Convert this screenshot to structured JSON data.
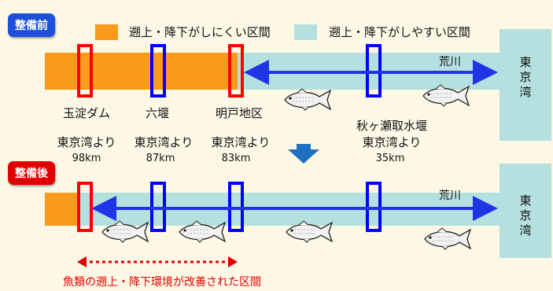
{
  "before": {
    "badge": "整備前",
    "legend_hard": "遡上・降下がしにくい区間",
    "legend_easy": "遡上・降下がしやすい区間",
    "river": "荒川",
    "bay": [
      "東",
      "京",
      "湾"
    ]
  },
  "after": {
    "badge": "整備後",
    "river": "荒川",
    "bay": [
      "東",
      "京",
      "湾"
    ],
    "improved_label": "魚類の遡上・降下環境が改善された区間"
  },
  "sites": [
    {
      "name": "玉淀ダム",
      "from": "東京湾より",
      "km": "98km"
    },
    {
      "name": "六堰",
      "from": "東京湾より",
      "km": "87km"
    },
    {
      "name": "明戸地区",
      "from": "東京湾より",
      "km": "83km"
    },
    {
      "name": "秋ヶ瀬取水堰",
      "from": "東京湾より",
      "km": "35km"
    }
  ],
  "colors": {
    "hard": "#f99a1c",
    "easy": "#b4e0df",
    "weir_red": "#ff0000",
    "weir_blue": "#0000ff",
    "arrow": "#1f35e6",
    "down_arrow": "#1e6fc0",
    "badge_before": "#1d4fd8",
    "badge_after": "#e00000",
    "improved_text": "#e00000"
  }
}
